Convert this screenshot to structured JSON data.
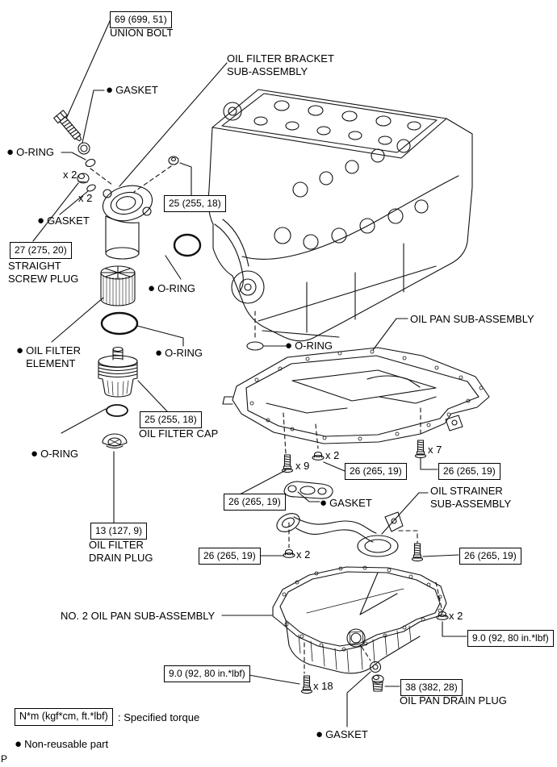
{
  "torques": {
    "t69": "69 (699, 51)",
    "t27": "27 (275, 20)",
    "t25": "25 (255, 18)",
    "t13": "13 (127, 9)",
    "t26": "26 (265, 19)",
    "t9": "9.0 (92, 80 in.*lbf)",
    "t38": "38 (382, 28)"
  },
  "qty": {
    "x2": "x 2",
    "x7": "x 7",
    "x9": "x 9",
    "x18": "x 18"
  },
  "parts": {
    "union_bolt": "UNION BOLT",
    "oil_filter_bracket": "OIL FILTER BRACKET\nSUB-ASSEMBLY",
    "gasket": "GASKET",
    "o_ring": "O-RING",
    "straight_screw_plug": "STRAIGHT\nSCREW PLUG",
    "oil_filter_element": "OIL FILTER\nELEMENT",
    "oil_filter_cap": "OIL FILTER CAP",
    "oil_filter_drain_plug": "OIL FILTER\nDRAIN PLUG",
    "oil_pan": "OIL PAN SUB-ASSEMBLY",
    "oil_strainer": "OIL STRAINER\nSUB-ASSEMBLY",
    "no2_oil_pan": "NO. 2 OIL PAN SUB-ASSEMBLY",
    "oil_pan_drain_plug": "OIL PAN DRAIN PLUG"
  },
  "legend": {
    "bullet": "●",
    "torque_units": "N*m (kgf*cm, ft.*lbf)",
    "torque_note": ": Specified torque",
    "nonreusable": "Non-reusable part",
    "page_marker": "P"
  },
  "colors": {
    "line": "#111111",
    "background": "#ffffff"
  }
}
